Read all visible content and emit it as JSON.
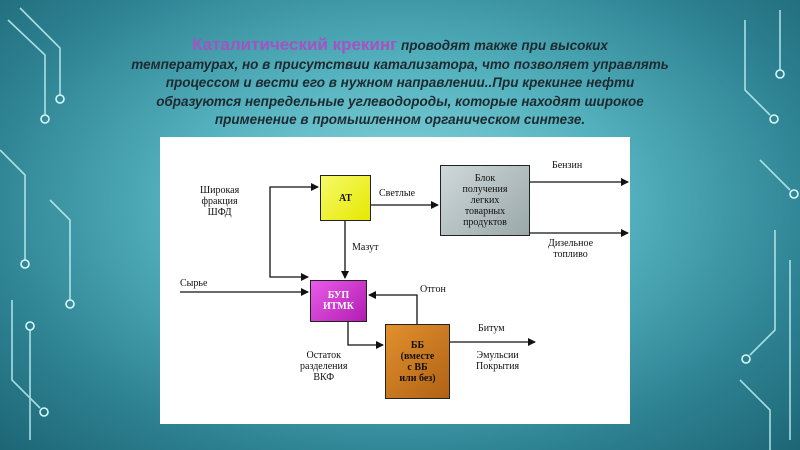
{
  "caption": {
    "lead": "Каталитический крекинг",
    "lines": [
      "проводят также при высоких",
      "температурах, но в присутствии катализатора, что позволяет управлять",
      "процессом и вести его в нужном направлении..При крекинге нефти",
      "образуются непредельные углеводороды, которые находят широкое",
      "применение в промышленном органическом синтезе."
    ]
  },
  "diagram": {
    "nodes": {
      "at": "АТ",
      "block": [
        "Блок",
        "получения",
        "легких",
        "товарных",
        "продуктов"
      ],
      "bup": [
        "БУП",
        "ИТМК"
      ],
      "bb": [
        "ББ",
        "(вместе",
        "с ВБ",
        "или без)"
      ]
    },
    "labels": {
      "wide_fraction": [
        "Широкая",
        "фракция",
        "ШФД"
      ],
      "light": "Светлые",
      "gasoline": "Бензин",
      "fuel_oil": "Мазут",
      "diesel": [
        "Дизельное",
        "топливо"
      ],
      "raw": "Сырье",
      "distillate": "Отгон",
      "bitumen": "Битум",
      "emulsions": [
        "Эмульсии",
        "Покрытия"
      ],
      "residue": [
        "Остаток",
        "разделения",
        "ВКФ"
      ]
    }
  },
  "colors": {
    "title": "#a652c4",
    "at": "#ecee1a",
    "block": "#b5c1c3",
    "bup": "#c42cc4",
    "bb": "#c8741e"
  }
}
